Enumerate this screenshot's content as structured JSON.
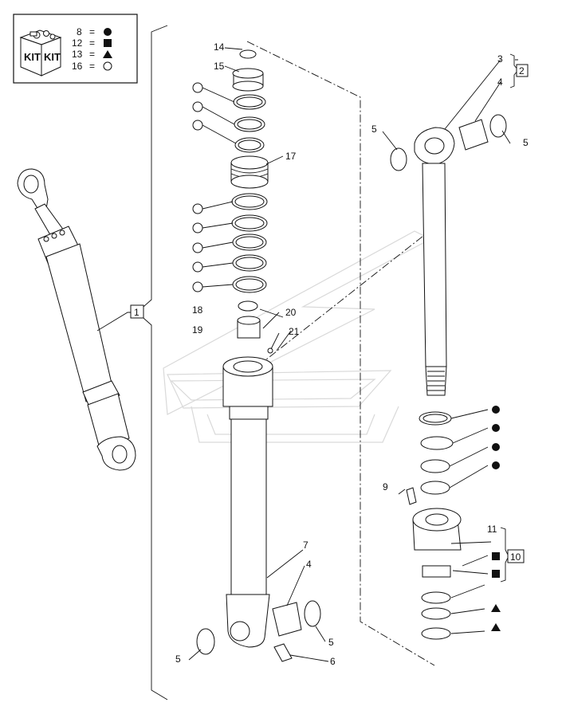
{
  "kit_legend": {
    "box_text_1": "KIT",
    "box_text_2": "KIT",
    "rows": [
      {
        "num": "8",
        "eq": "=",
        "symbol": "filled-circle"
      },
      {
        "num": "12",
        "eq": "=",
        "symbol": "filled-square"
      },
      {
        "num": "13",
        "eq": "=",
        "symbol": "filled-triangle"
      },
      {
        "num": "16",
        "eq": "=",
        "symbol": "open-circle"
      }
    ]
  },
  "callouts": {
    "c1": "1",
    "c2": "2",
    "c3": "3",
    "c4a": "4",
    "c4b": "4",
    "c5a": "5",
    "c5b": "5",
    "c5c": "5",
    "c5d": "5",
    "c6": "6",
    "c7": "7",
    "c9": "9",
    "c10": "10",
    "c11": "11",
    "c14": "14",
    "c15": "15",
    "c17": "17",
    "c18": "18",
    "c19": "19",
    "c20": "20",
    "c21": "21"
  },
  "colors": {
    "ink": "#111111",
    "watermark": "#d9d9d9",
    "background": "#ffffff"
  }
}
